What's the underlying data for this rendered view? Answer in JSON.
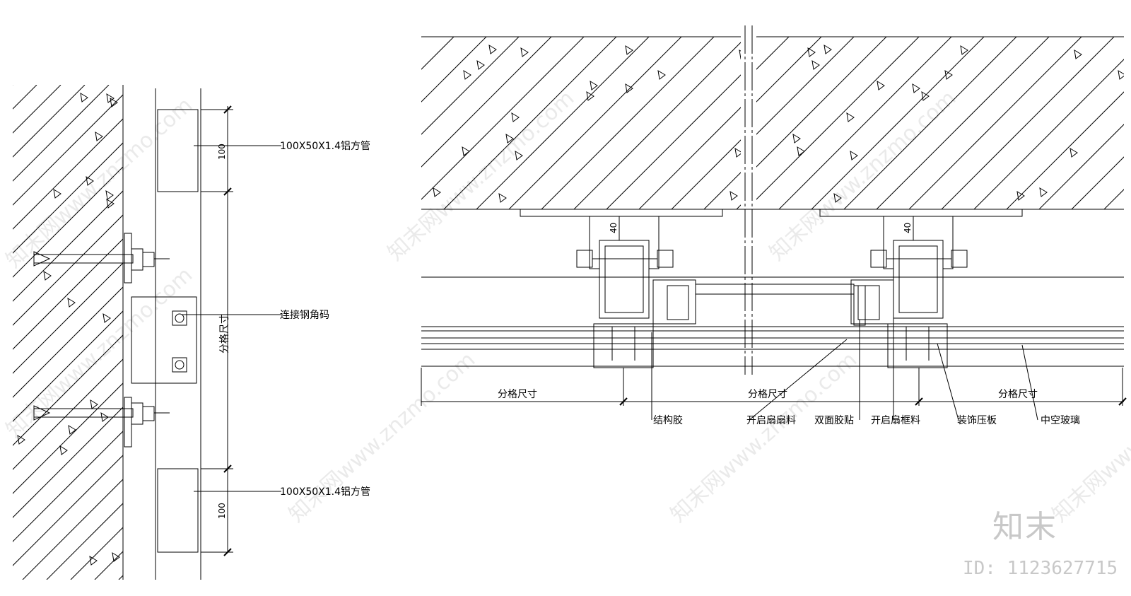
{
  "left_detail": {
    "tube_top_label": "100X50X1.4铝方管",
    "bracket_label": "连接钢角码",
    "tube_bottom_label": "100X50X1.4铝方管",
    "dim_tube_top": "100",
    "dim_tube_bottom": "100",
    "dim_module": "分格尺寸"
  },
  "right_detail": {
    "dim_bracket": "40",
    "dim_bracket_right": "40",
    "module_dims": [
      "分格尺寸",
      "分格尺寸",
      "分格尺寸"
    ],
    "callouts": [
      "结构胶",
      "开启扇扇料",
      "双面胶贴",
      "开启扇框料",
      "装饰压板",
      "中空玻璃"
    ]
  },
  "watermark": {
    "site": "知末网www.znzmo.com",
    "brand": "知末",
    "id": "ID: 1123627715"
  }
}
